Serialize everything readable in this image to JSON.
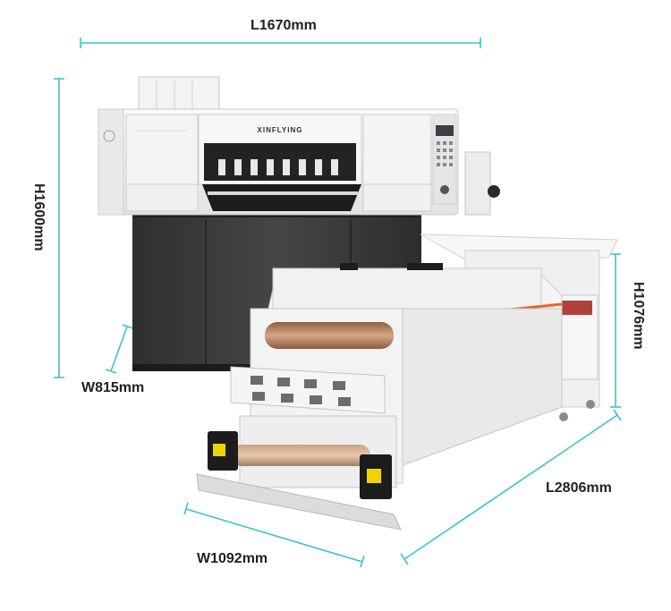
{
  "dimensions": {
    "printer_length": "L1670mm",
    "printer_height": "H1600mm",
    "printer_width": "W815mm",
    "shaker_height": "H1076mm",
    "shaker_length": "L2806mm",
    "shaker_width": "W1092mm"
  },
  "branding": {
    "printer_brand": "XINFLYING"
  },
  "colors": {
    "dimension_line": "#3cc3c8",
    "printer_body": "#efefef",
    "printer_base": "#3b3d3c",
    "shaker_body": "#f1f1f1",
    "accent_orange": "#e8622a",
    "belt": "#b78a6a",
    "roller_yellow": "#f0d400"
  }
}
